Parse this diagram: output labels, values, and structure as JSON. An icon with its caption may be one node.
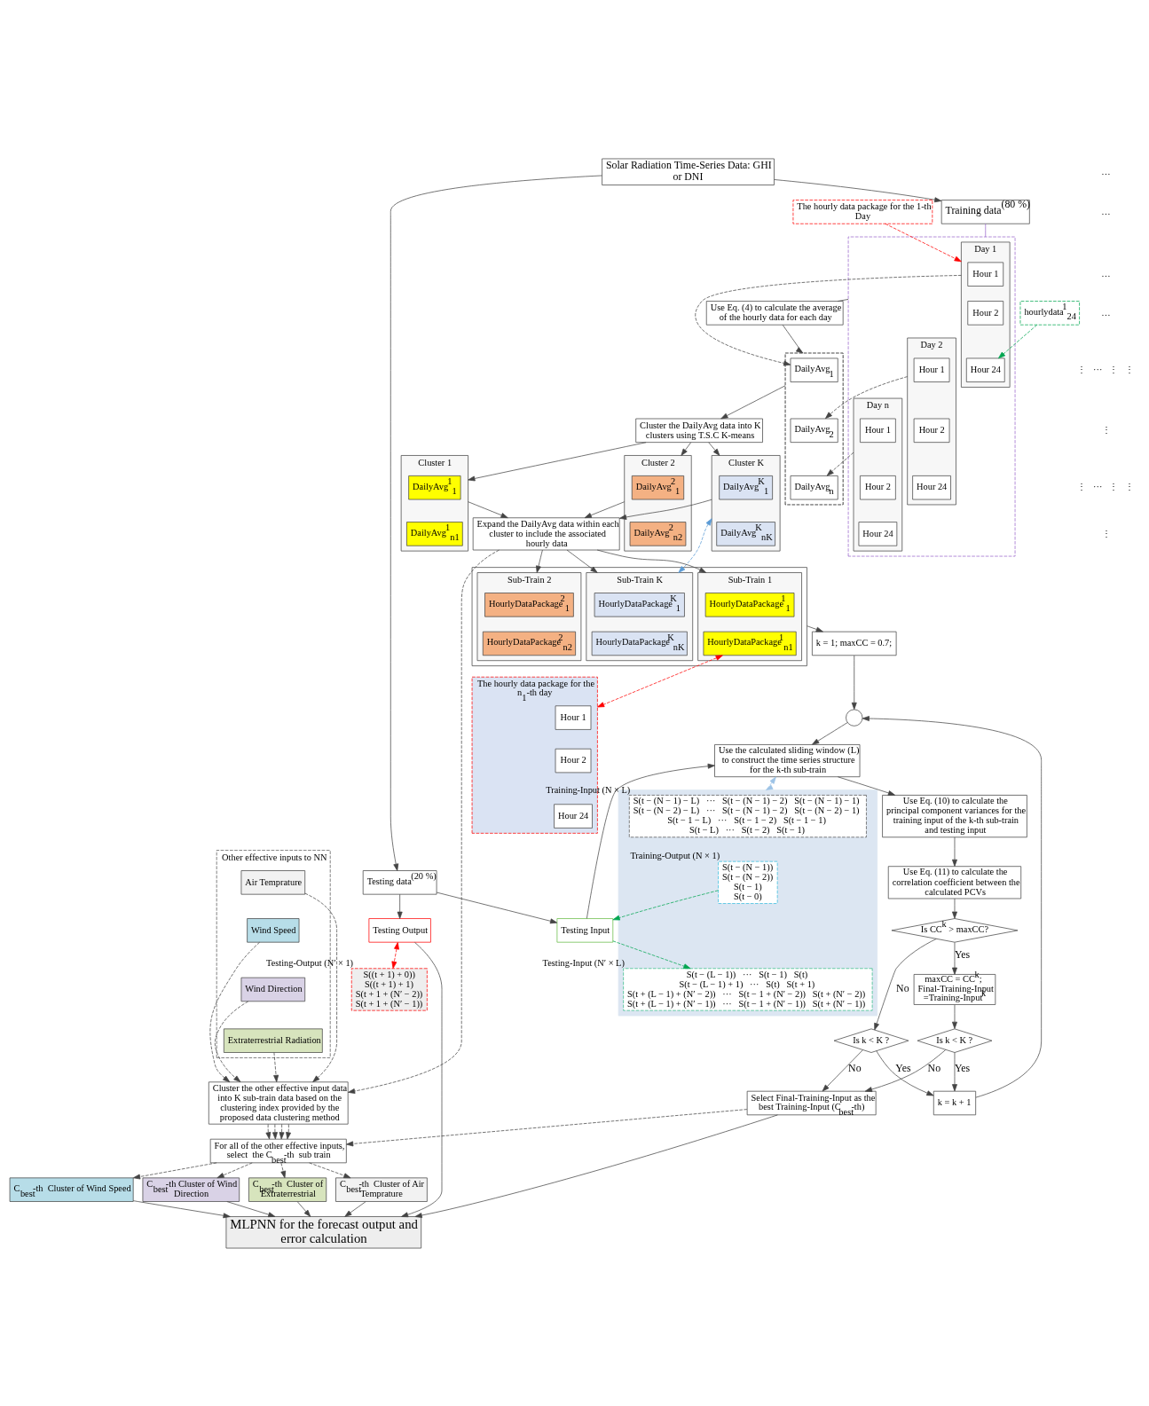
{
  "diagram": {
    "nodes": [
      {
        "text": [
          "Other effective inputs to NN"
        ]
      },
      {
        "text": [
          "Air Temprature"
        ],
        "in": 0
      },
      {
        "text": [
          "Wind Speed"
        ],
        "in": 0
      },
      {
        "text": [
          "Wind Direction"
        ],
        "in": 0
      },
      {
        "text": [
          "Extraterrestrial Radiation"
        ],
        "in": 0
      },
      {
        "text": [
          "Solar Radiation Time-Series Data: GHI or DNI"
        ]
      },
      {
        "text": [
          "Training data$^{(80 %)}$"
        ]
      },
      {
        "text": [
          "Testing data$^{(20 %)}$"
        ]
      },
      {
        "text": [
          "The hourly data package for the 1-th Day"
        ]
      },
      {
        "text": [
          "hourlydata$^{1}$$_{24}$"
        ]
      },
      {
        "text": [],
        "shape": "box"
      },
      {
        "text": [
          "Day 1"
        ],
        "in": 10
      },
      {
        "text": [
          "Hour 1"
        ],
        "in": 11
      },
      {
        "text": [
          "Hour 2"
        ],
        "in": 11
      },
      {
        "text": [
          "Hour 24"
        ],
        "in": 11
      },
      {
        "text": [
          "Day 2"
        ],
        "in": 10
      },
      {
        "text": [
          "Hour 1"
        ],
        "in": 15
      },
      {
        "text": [
          "Hour 2"
        ],
        "in": 15
      },
      {
        "text": [
          "Hour 24"
        ],
        "in": 15
      },
      {
        "text": [
          "Day n"
        ],
        "in": 10
      },
      {
        "text": [
          "Hour 1"
        ],
        "in": 19
      },
      {
        "text": [
          "Hour 2"
        ],
        "in": 19
      },
      {
        "text": [
          "Hour 24"
        ],
        "in": 19
      },
      {
        "text": [
          "Testing Input"
        ]
      },
      {
        "text": [
          "Testing Output"
        ]
      },
      {
        "text": [
          "Use Eq. (4) to calculate the average of the hourly data for each day"
        ]
      },
      {
        "text": [],
        "shape": "box"
      },
      {
        "text": [
          "DailyAvg$_{1}$"
        ],
        "in": 26
      },
      {
        "text": [
          "DailyAvg$_{2}$"
        ],
        "in": 26
      },
      {
        "text": [
          "DailyAvg$_{n}$"
        ],
        "in": 26
      },
      {
        "text": [
          "Cluster the DailyAvg data into K clusters using T.S.C K-means"
        ]
      },
      {
        "text": [
          "Cluster 1"
        ]
      },
      {
        "text": [
          "DailyAvg$^{1}$$_{1}$"
        ],
        "in": 31
      },
      {
        "text": [
          "DailyAvg$^{1}$$_{n1}$"
        ],
        "in": 31
      },
      {
        "text": [
          "Cluster 2"
        ]
      },
      {
        "text": [
          "DailyAvg$^{2}$$_{1}$"
        ],
        "in": 34
      },
      {
        "text": [
          "DailyAvg$^{2}$$_{n2}$"
        ],
        "in": 34
      },
      {
        "text": [
          "Cluster K"
        ]
      },
      {
        "text": [
          "DailyAvg$^{K}$$_{1}$"
        ],
        "in": 37
      },
      {
        "text": [
          "DailyAvg$^{K}$$_{nK}$"
        ],
        "in": 37
      },
      {
        "text": [
          "Cluster the other effective input data into K sub-train data based on the clustering index provided by the proposed data clustering method"
        ]
      },
      {
        "text": [
          "Expand the DailyAvg data within each cluster to include the associated hourly data"
        ]
      },
      {
        "text": [],
        "shape": "box"
      },
      {
        "text": [
          "Sub-Train 1"
        ],
        "in": 42
      },
      {
        "text": [
          "HourlyDataPackage$^{1}$$_{1}$"
        ],
        "in": 43
      },
      {
        "text": [
          "HourlyDataPackage$^{1}$$_{n1}$"
        ],
        "in": 43
      },
      {
        "text": [
          "Sub-Train 2"
        ],
        "in": 42
      },
      {
        "text": [
          "HourlyDataPackage$^{2}$$_{1}$"
        ],
        "in": 46
      },
      {
        "text": [
          "HourlyDataPackage$^{2}$$_{n2}$"
        ],
        "in": 46
      },
      {
        "text": [
          "Sub-Train K"
        ],
        "in": 42
      },
      {
        "text": [
          "HourlyDataPackage$^{K}$$_{1}$"
        ],
        "in": 49
      },
      {
        "text": [
          "HourlyDataPackage$^{K}$$_{nK}$"
        ],
        "in": 49
      },
      {
        "text": [
          "The hourly data package for the n$_{1}$-th day"
        ]
      },
      {
        "text": [
          "Hour 1"
        ],
        "in": 52
      },
      {
        "text": [
          "Hour 2"
        ],
        "in": 52
      },
      {
        "text": [
          "Hour 24"
        ],
        "in": 52
      },
      {
        "text": [
          "k = 1; maxCC = 0.7;"
        ]
      },
      {
        "text": [],
        "shape": "box"
      },
      {
        "text": [
          "S(t − (N − 1) − L)   ···   S(t − (N − 1) − 2)   S(t − (N − 1) − 1)",
          "S(t − (N − 2) − L)   ···   S(t − (N − 1) − 2)   S(t − (N − 2) − 1)",
          "S(t − 1 − L)   ···   S(t − 1 − 2)   S(t − 1 − 1)",
          "S(t − L)   ···   S(t − 2)   S(t − 1)"
        ],
        "beside": [
          "Training-Input (N × L)"
        ],
        "in": 57
      },
      {
        "text": [
          "S(t − (N − 1))",
          "S(t − (N − 2))",
          "S(t − 1)",
          "S(t − 0)"
        ],
        "beside": [
          "Training-Output (N × 1)"
        ],
        "in": 57
      },
      {
        "text": [
          "S(t − (L − 1))   ···   S(t − 1)   S(t)",
          "S(t − (L − 1) + 1)   ···   S(t)   S(t + 1)",
          "S(t + (L − 1) + (N′ − 2))   ···   S(t − 1 + (N′ − 2))   S(t + (N′ − 2))",
          "S(t + (L − 1) + (N′ − 1))   ···   S(t − 1 + (N′ − 1))   S(t + (N′ − 1))"
        ],
        "beside": [
          "Testing-Input (N′ × L)"
        ],
        "in": 57
      },
      {
        "text": [
          "S((t + 1) + 0))",
          "S((t + 1) + 1)",
          "S(t + 1 + (N′ − 2))",
          "S(t + 1 + (N′ − 1))"
        ],
        "beside": [
          "Testing-Output (N′ × 1)"
        ]
      },
      {
        "text": [],
        "shape": "circle"
      },
      {
        "text": [
          "Use the calculated sliding window (L) to construct the time series structure for the k-th sub-train"
        ]
      },
      {
        "text": [
          "Use Eq. (10) to calculate the principal component variances for the training input of the k-th sub-train and testing input"
        ]
      },
      {
        "text": [
          "Use Eq. (11) to calculate the correlation coefficient between the calculated PCVs"
        ]
      },
      {
        "text": [
          "Is CC$^{k}$ > maxCC?"
        ]
      },
      {
        "text": [
          "Is k < K ?"
        ]
      },
      {
        "text": [
          "maxCC = CC$^{k}$;  Final-Training-Input =Training-Input$^{k}$"
        ]
      },
      {
        "text": [
          "Is k < K ?"
        ]
      },
      {
        "text": [
          "k = k + 1"
        ]
      },
      {
        "text": [
          "Select Final-Training-Input as the best Training-Input (C$_{best}$-th)"
        ]
      },
      {
        "text": [
          "MLPNN for the forecast output and error calculation"
        ]
      },
      {
        "text": [
          "For all of the other effective inputs, select  the C$_{best}$-th  sub train"
        ]
      },
      {
        "text": [
          "C$_{best}$-th  Cluster of Air Temprature"
        ]
      },
      {
        "text": [
          "C$_{best}$-th  Cluster of Wind Speed"
        ]
      },
      {
        "text": [
          "C$_{best}$-th Cluster of Wind Direction"
        ]
      },
      {
        "text": [
          "C$_{best}$-th  Cluster of Extraterrestrial"
        ]
      }
    ],
    "edges": [
      {
        "from": 5,
        "to": 6,
        "arrow": "to"
      },
      {
        "from": 5,
        "to": 7,
        "arrow": "to"
      },
      {
        "from": 6,
        "to": 10,
        "arrow": "none",
        "color": "#9966cc"
      },
      {
        "from": 8,
        "to": 11,
        "arrow": "to",
        "style": "dashed",
        "color": "#ff0000"
      },
      {
        "from": 9,
        "to": 14,
        "arrow": "to",
        "style": "dashed",
        "color": "#00a550"
      },
      {
        "from": 7,
        "to": 23,
        "arrow": "to"
      },
      {
        "from": 7,
        "to": 24,
        "arrow": "to"
      },
      {
        "from": 10,
        "to": 25,
        "arrow": "none"
      },
      {
        "from": 11,
        "to": 27,
        "arrow": "to",
        "style": "dashed"
      },
      {
        "from": 15,
        "to": 28,
        "arrow": "to",
        "style": "dashed"
      },
      {
        "from": 19,
        "to": 29,
        "arrow": "to",
        "style": "dashed"
      },
      {
        "from": 25,
        "to": 26,
        "arrow": "to"
      },
      {
        "from": 26,
        "to": 30,
        "arrow": "to"
      },
      {
        "from": 30,
        "to": 31,
        "arrow": "to"
      },
      {
        "from": 30,
        "to": 34,
        "arrow": "to"
      },
      {
        "from": 30,
        "to": 37,
        "arrow": "to"
      },
      {
        "from": 31,
        "to": 41,
        "arrow": "to"
      },
      {
        "from": 34,
        "to": 41,
        "arrow": "to"
      },
      {
        "from": 37,
        "to": 41,
        "arrow": "to"
      },
      {
        "from": 41,
        "to": 43,
        "arrow": "to"
      },
      {
        "from": 41,
        "to": 46,
        "arrow": "to"
      },
      {
        "from": 41,
        "to": 49,
        "arrow": "to"
      },
      {
        "from": 41,
        "to": 40,
        "arrow": "to",
        "style": "dashed"
      },
      {
        "from": 37,
        "to": 49,
        "arrow": "both",
        "style": "dashed",
        "color": "#5b9bd5"
      },
      {
        "from": 52,
        "to": 45,
        "arrow": "both",
        "style": "dashed",
        "color": "#ff0000"
      },
      {
        "from": 1,
        "to": 40,
        "arrow": "to",
        "style": "dashed"
      },
      {
        "from": 2,
        "to": 40,
        "arrow": "to",
        "style": "dashed"
      },
      {
        "from": 3,
        "to": 40,
        "arrow": "to",
        "style": "dashed"
      },
      {
        "from": 4,
        "to": 40,
        "arrow": "to",
        "style": "dashed"
      },
      {
        "from": 40,
        "to": 73,
        "arrow": "to",
        "style": "dashed"
      },
      {
        "from": 40,
        "to": 73,
        "arrow": "to",
        "style": "dashed"
      },
      {
        "from": 40,
        "to": 73,
        "arrow": "to",
        "style": "dashed"
      },
      {
        "from": 40,
        "to": 73,
        "arrow": "to",
        "style": "dashed"
      },
      {
        "from": 73,
        "to": 74,
        "arrow": "to",
        "style": "dashed"
      },
      {
        "from": 73,
        "to": 75,
        "arrow": "to",
        "style": "dashed"
      },
      {
        "from": 73,
        "to": 76,
        "arrow": "to",
        "style": "dashed"
      },
      {
        "from": 73,
        "to": 77,
        "arrow": "to",
        "style": "dashed"
      },
      {
        "from": 74,
        "to": 72,
        "arrow": "to"
      },
      {
        "from": 75,
        "to": 72,
        "arrow": "to"
      },
      {
        "from": 76,
        "to": 72,
        "arrow": "to"
      },
      {
        "from": 77,
        "to": 72,
        "arrow": "to"
      },
      {
        "from": 42,
        "to": 56,
        "arrow": "to"
      },
      {
        "from": 56,
        "to": 62,
        "arrow": "to"
      },
      {
        "from": 62,
        "to": 63,
        "arrow": "to"
      },
      {
        "from": 70,
        "to": 62,
        "arrow": "to"
      },
      {
        "from": 57,
        "to": 63,
        "arrow": "both",
        "style": "dashed",
        "color": "#9dc3e6"
      },
      {
        "from": 59,
        "to": 23,
        "arrow": "to",
        "style": "dashed",
        "color": "#00a550"
      },
      {
        "from": 23,
        "to": 60,
        "arrow": "to",
        "style": "dashed",
        "color": "#00a550"
      },
      {
        "from": 24,
        "to": 61,
        "arrow": "both",
        "style": "dashed",
        "color": "#ff0000"
      },
      {
        "from": 23,
        "to": 63,
        "arrow": "to"
      },
      {
        "from": 24,
        "to": 72,
        "arrow": "to"
      },
      {
        "from": 63,
        "to": 64,
        "arrow": "to"
      },
      {
        "from": 64,
        "to": 65,
        "arrow": "to"
      },
      {
        "from": 65,
        "to": 66,
        "arrow": "to"
      },
      {
        "from": 66,
        "to": 68,
        "arrow": "to",
        "label": "Yes"
      },
      {
        "from": 66,
        "to": 67,
        "arrow": "to",
        "label": "No"
      },
      {
        "from": 67,
        "to": 70,
        "arrow": "to",
        "label": "Yes"
      },
      {
        "from": 67,
        "to": 71,
        "arrow": "to",
        "label": "No"
      },
      {
        "from": 68,
        "to": 69,
        "arrow": "to"
      },
      {
        "from": 69,
        "to": 70,
        "arrow": "to",
        "label": "Yes"
      },
      {
        "from": 69,
        "to": 71,
        "arrow": "to",
        "label": "No"
      },
      {
        "from": 71,
        "to": 72,
        "arrow": "to"
      },
      {
        "from": 71,
        "to": 73,
        "arrow": "to",
        "style": "dashed"
      }
    ],
    "labels": [
      "…",
      "…",
      "…",
      "…",
      "⋮   ···   ⋮   ⋮",
      "⋮",
      "⋮   ···   ⋮   ⋮",
      "⋮"
    ]
  }
}
